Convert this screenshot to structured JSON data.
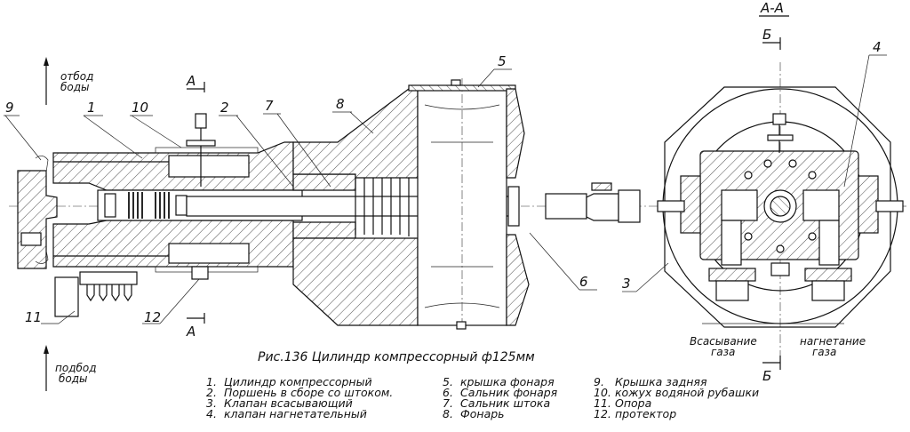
{
  "figure": {
    "caption": "Рис.136 Цилиндр компрессорный  ф125мм",
    "section_title": "А-А",
    "section_marks": {
      "a": "А",
      "b": "Б"
    }
  },
  "notes": {
    "water_out": [
      "отбод",
      "боды"
    ],
    "water_in": [
      "подбод",
      "боды"
    ],
    "gas_suction": [
      "Всасывание",
      "газа"
    ],
    "gas_discharge": [
      "нагнетание",
      "газа"
    ]
  },
  "callouts": [
    "1",
    "2",
    "3",
    "4",
    "5",
    "6",
    "7",
    "8",
    "9",
    "10",
    "11",
    "12"
  ],
  "legend": {
    "col1": [
      {
        "num": "1.",
        "text": "Цилиндр компрессорный"
      },
      {
        "num": "2.",
        "text": "Поршень в сборе со штоком."
      },
      {
        "num": "3.",
        "text": "Клапан всасывающий"
      },
      {
        "num": "4.",
        "text": "клапан нагнетательный"
      }
    ],
    "col2": [
      {
        "num": "5.",
        "text": "крышка фонаря"
      },
      {
        "num": "6.",
        "text": "Сальник фонаря"
      },
      {
        "num": "7.",
        "text": "Сальник штока"
      },
      {
        "num": "8.",
        "text": "Фонарь"
      }
    ],
    "col3": [
      {
        "num": "9.",
        "text": "Крышка задняя"
      },
      {
        "num": "10.",
        "text": "кожух водяной рубашки"
      },
      {
        "num": "11.",
        "text": "Опора"
      },
      {
        "num": "12.",
        "text": "протектор"
      }
    ]
  }
}
